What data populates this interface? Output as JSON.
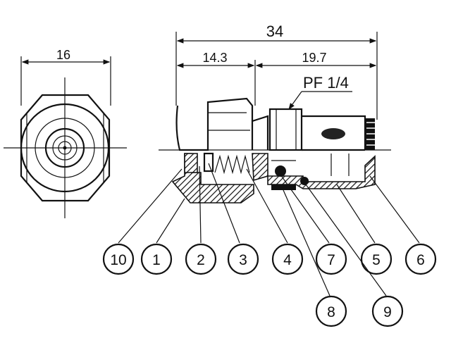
{
  "dimensions": {
    "hex_width": "16",
    "overall_length": "34",
    "left_length": "14.3",
    "right_length": "19.7",
    "thread": "PF 1/4"
  },
  "parts": [
    "10",
    "1",
    "2",
    "3",
    "4",
    "7",
    "5",
    "6",
    "8",
    "9"
  ]
}
